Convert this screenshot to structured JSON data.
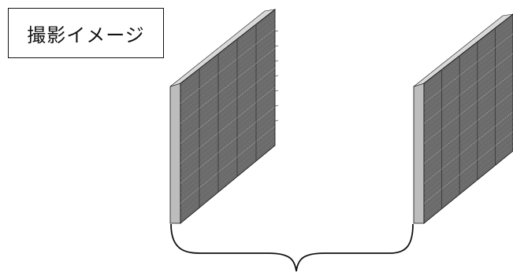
{
  "label": {
    "text": "撮影イメージ"
  },
  "colors": {
    "panel_face": "#6b6b6b",
    "panel_edge": "#bdbdbd",
    "grid_line": "#3a3a3a",
    "hatch": "#9a9a9a",
    "outline": "#111111"
  },
  "panels": [
    {
      "name": "left-panel",
      "cols": 5,
      "rows": 7
    },
    {
      "name": "right-panel",
      "cols": 5,
      "rows": 7
    }
  ]
}
